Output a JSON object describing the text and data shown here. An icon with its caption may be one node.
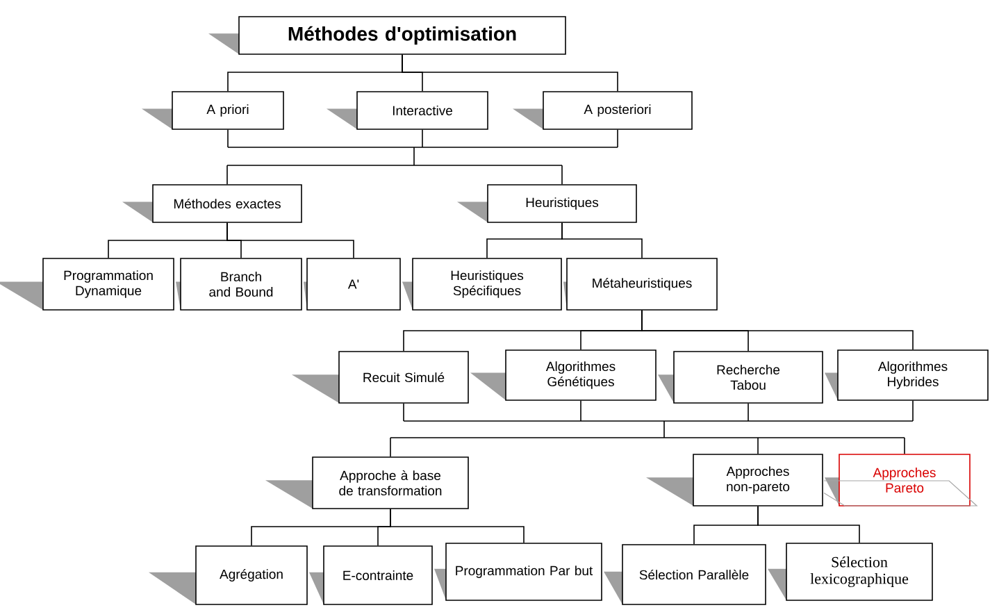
{
  "diagram": {
    "nodes": [
      {
        "text": [
          "Méthodes d'optimisation"
        ]
      },
      {
        "text": [
          "A priori"
        ]
      },
      {
        "text": [
          "Interactive"
        ]
      },
      {
        "text": [
          "A posteriori"
        ]
      },
      {
        "text": [
          "Méthodes exactes"
        ]
      },
      {
        "text": [
          "Heuristiques"
        ]
      },
      {
        "text": [
          "Programmation Dynamique"
        ]
      },
      {
        "text": [
          "Branch  and Bound"
        ]
      },
      {
        "text": [
          "A'"
        ]
      },
      {
        "text": [
          "Heuristiques Spécifiques"
        ]
      },
      {
        "text": [
          "Métaheuristiques"
        ]
      },
      {
        "text": [
          "Recuit Simulé"
        ]
      },
      {
        "text": [
          "Algorithmes Génétiques"
        ]
      },
      {
        "text": [
          "Recherche Tabou"
        ]
      },
      {
        "text": [
          "Algorithmes Hybrides"
        ]
      },
      {
        "text": [
          "Approche à base de  transformation"
        ]
      },
      {
        "text": [
          "Approches non-pareto"
        ]
      },
      {
        "text": [
          "Approches Pareto"
        ]
      },
      {
        "text": [
          "Agrégation"
        ]
      },
      {
        "text": [
          "E-contrainte"
        ]
      },
      {
        "text": [
          "Programmation Par but"
        ]
      },
      {
        "text": [
          "Sélection Parallèle"
        ]
      },
      {
        "text": [
          "Sélection lexicographique"
        ]
      }
    ],
    "edges": [
      {
        "from": 0,
        "to": 1,
        "arrow": "none"
      },
      {
        "from": 0,
        "to": 2,
        "arrow": "none"
      },
      {
        "from": 0,
        "to": 3,
        "arrow": "none"
      },
      {
        "from": 1,
        "to": 4,
        "arrow": "none"
      },
      {
        "from": 1,
        "to": 5,
        "arrow": "none"
      },
      {
        "from": 2,
        "to": 4,
        "arrow": "none"
      },
      {
        "from": 2,
        "to": 5,
        "arrow": "none"
      },
      {
        "from": 3,
        "to": 4,
        "arrow": "none"
      },
      {
        "from": 3,
        "to": 5,
        "arrow": "none"
      },
      {
        "from": 4,
        "to": 6,
        "arrow": "none"
      },
      {
        "from": 4,
        "to": 7,
        "arrow": "none"
      },
      {
        "from": 4,
        "to": 8,
        "arrow": "none"
      },
      {
        "from": 5,
        "to": 9,
        "arrow": "none"
      },
      {
        "from": 5,
        "to": 10,
        "arrow": "none"
      },
      {
        "from": 10,
        "to": 11,
        "arrow": "none"
      },
      {
        "from": 10,
        "to": 12,
        "arrow": "none"
      },
      {
        "from": 10,
        "to": 13,
        "arrow": "none"
      },
      {
        "from": 10,
        "to": 14,
        "arrow": "none"
      },
      {
        "from": 11,
        "to": 15,
        "arrow": "none"
      },
      {
        "from": 11,
        "to": 16,
        "arrow": "none"
      },
      {
        "from": 11,
        "to": 17,
        "arrow": "none"
      },
      {
        "from": 12,
        "to": 15,
        "arrow": "none"
      },
      {
        "from": 12,
        "to": 16,
        "arrow": "none"
      },
      {
        "from": 12,
        "to": 17,
        "arrow": "none"
      },
      {
        "from": 13,
        "to": 15,
        "arrow": "none"
      },
      {
        "from": 13,
        "to": 16,
        "arrow": "none"
      },
      {
        "from": 13,
        "to": 17,
        "arrow": "none"
      },
      {
        "from": 14,
        "to": 15,
        "arrow": "none"
      },
      {
        "from": 14,
        "to": 16,
        "arrow": "none"
      },
      {
        "from": 14,
        "to": 17,
        "arrow": "none"
      },
      {
        "from": 15,
        "to": 18,
        "arrow": "none"
      },
      {
        "from": 15,
        "to": 19,
        "arrow": "none"
      },
      {
        "from": 15,
        "to": 20,
        "arrow": "none"
      },
      {
        "from": 16,
        "to": 21,
        "arrow": "none"
      },
      {
        "from": 16,
        "to": 22,
        "arrow": "none"
      }
    ]
  }
}
